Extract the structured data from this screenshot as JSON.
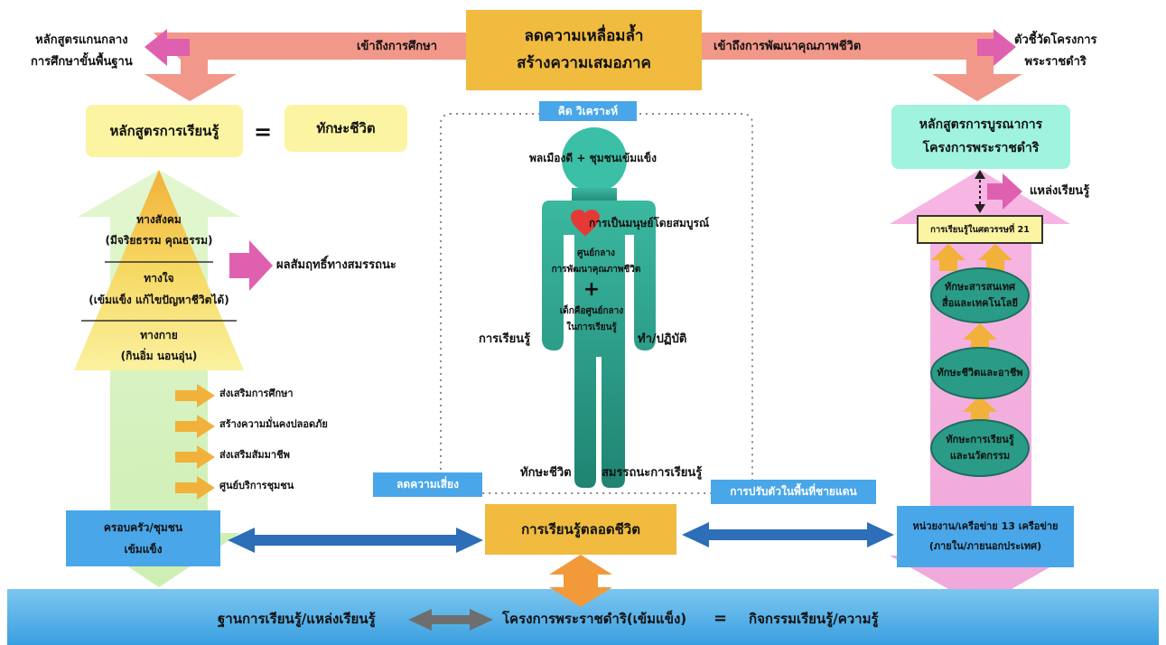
{
  "top": {
    "center_line1": "ลดความเหลื่อมล้ำ",
    "center_line2": "สร้างความเสมอภาค",
    "left_arrow_label": "เข้าถึงการศึกษา",
    "right_arrow_label": "เข้าถึงการพัฒนาคุณภาพชีวิต",
    "left_target_line1": "หลักสูตรแกนกลาง",
    "left_target_line2": "การศึกษาขั้นพื้นฐาน",
    "right_target_line1": "ตัวชี้วัดโครงการ",
    "right_target_line2": "พระราชดำริ"
  },
  "left": {
    "curriculum": "หลักสูตรการเรียนรู้",
    "equals": "=",
    "life_skills": "ทักษะชีวิต",
    "pyramid": {
      "social_line1": "ทางสังคม",
      "social_line2": "(มีจริยธรรม คุณธรรม)",
      "mind_line1": "ทางใจ",
      "mind_line2": "(เข้มแข็ง แก้ไขปัญหาชีวิตได้)",
      "body_line1": "ทางกาย",
      "body_line2": "(กินอิ่ม นอนอุ่น)"
    },
    "achievement": "ผลสัมฤทธิ์ทางสมรรถนะ",
    "bullets": [
      "ส่งเสริมการศึกษา",
      "สร้างความมั่นคงปลอดภัย",
      "ส่งเสริมสัมมาชีพ",
      "ศูนย์บริการชุมชน"
    ],
    "family_line1": "ครอบครัว/ชุมชน",
    "family_line2": "เข้มแข็ง"
  },
  "center": {
    "think_label": "คิด วิเคราะห์",
    "head_label": "พลเมืองดี + ชุมชนเข้มแข็ง",
    "heart_label": "การเป็นมนุษย์โดยสมบูรณ์",
    "hub_line1": "ศูนย์กลาง",
    "hub_line2": "การพัฒนาคุณภาพชีวิต",
    "plus": "+",
    "child_line1": "เด็กคือศูนย์กลาง",
    "child_line2": "ในการเรียนรู้",
    "left_hand": "การเรียนรู้",
    "right_hand": "ทำ/ปฏิบัติ",
    "left_foot": "ทักษะชีวิต",
    "right_foot": "สมรรถนะการเรียนรู้",
    "risk_label": "ลดความเสี่ยง",
    "adapt_label": "การปรับตัวในพื้นที่ชายแดน",
    "lifelong": "การเรียนรู้ตลอดชีวิต"
  },
  "right": {
    "integrated_line1": "หลักสูตรการบูรณาการ",
    "integrated_line2": "โครงการพระราชดำริ",
    "learning_source": "แหล่งเรียนรู้",
    "century": "การเรียนรู้ในศตวรรษที่ 21",
    "oval1_line1": "ทักษะสารสนเทศ",
    "oval1_line2": "สื่อและเทคโนโลยี",
    "oval2": "ทักษะชีวิตและอาชีพ",
    "oval3_line1": "ทักษะการเรียนรู้",
    "oval3_line2": "และนวัตกรรม",
    "network_line1": "หน่วยงาน/เครือข่าย 13 เครือข่าย",
    "network_line2": "(ภายใน/ภายนอกประเทศ)"
  },
  "bottom": {
    "base_left": "ฐานการเรียนรู้/แหล่งเรียนรู้",
    "base_mid": "โครงการพระราชดำริ(เข้มแข็ง)",
    "base_eq": "=",
    "base_right": "กิจกรรมเรียนรู้/ความรู้"
  },
  "colors": {
    "salmon": "#f2988a",
    "gold": "#f0bb3e",
    "yellow_box": "#fbf4a2",
    "mint": "#9ff3df",
    "teal": "#2a9b86",
    "blue_box": "#49a6e8",
    "magenta": "#e060b0",
    "blue_band": "#55b3e8"
  }
}
